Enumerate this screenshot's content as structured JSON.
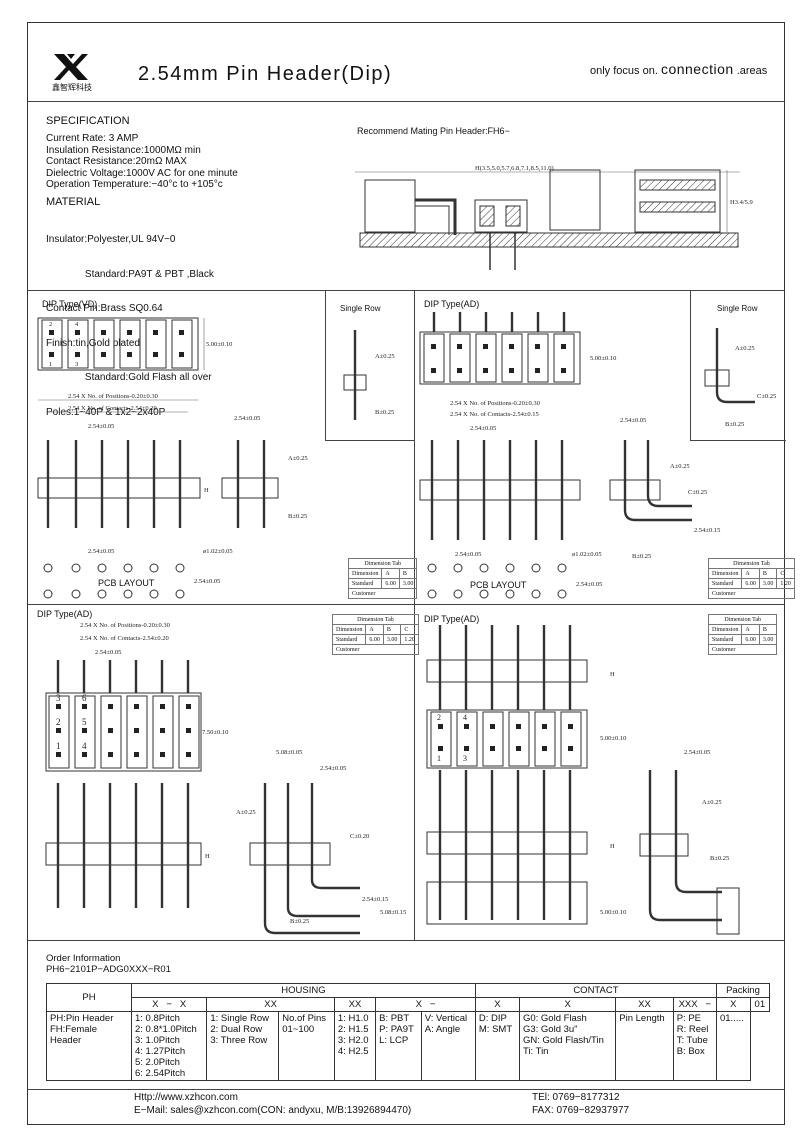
{
  "header": {
    "logo_text": "鑫智辉科技",
    "title": "2.54mm Pin Header(Dip)",
    "tagline_prefix": "only focus on.",
    "tagline_big": "connection",
    "tagline_suffix": ".areas"
  },
  "spec": {
    "heading": "SPECIFICATION",
    "lines": [
      "Current Rate: 3 AMP",
      "Insulation Resistance:1000MΩ  min",
      "Contact Resistance:20mΩ  MAX",
      "Dielectric Voltage:1000V AC for one minute",
      "Operation Temperature:−40°c to +105°c"
    ],
    "material_heading": "MATERIAL",
    "material_lines": [
      "Insulator:Polyester,UL 94V−0",
      "              Standard:PA9T & PBT ,Black",
      "Contact Pin:Brass SQ0.64",
      "Finish:tin,Gold plated",
      "              Standard:Gold Flash all over",
      "Poles:1~40P & 1x2~2x40P"
    ]
  },
  "mating": {
    "label": "Recommend Mating Pin Header:FH6−",
    "h_dim": "H(3.5,5.0,5.7,6.8,7.1,8.5,11.0)",
    "h3_dim": "H3.4/5.9"
  },
  "panels": {
    "vd_title": "DIP Type(VD)",
    "ad_title_1": "DIP Type(AD)",
    "ad_title_2": "DIP Type(AD)",
    "ad_title_3": "DIP Type(AD)",
    "single_row": "Single Row",
    "single_row_2": "Single Row",
    "pcb_layout": "PCB LAYOUT",
    "pcb_layout_2": "PCB LAYOUT",
    "dims": {
      "positions": "2.54 X No. of Positions-0.20±0.30",
      "contacts": "2.54 X No. of Contacts-2.54±0.20",
      "contacts_15": "2.54 X No. of Contacts-2.54±0.15",
      "pitch": "2.54±0.05",
      "body_h": "5.00±0.10",
      "body_h2": "7.50±0.10",
      "a": "A±0.25",
      "b": "B±0.25",
      "c": "C±0.25",
      "c20": "C±0.20",
      "hole": "ø1.02±0.05",
      "pitch15": "2.54±0.15",
      "pitch508": "5.08±0.05",
      "pitch508_15": "5.08±0.15",
      "h": "H"
    },
    "pin_numbers_vd": [
      "2",
      "4",
      "1",
      "3"
    ],
    "pin_numbers_ad3": [
      "3",
      "6",
      "2",
      "5",
      "1",
      "4"
    ],
    "pin_numbers_ad4": [
      "2",
      "4",
      "1",
      "3"
    ]
  },
  "dimension_tables": [
    {
      "title": "Dimension Tab",
      "headers": [
        "Dimension",
        "A",
        "B"
      ],
      "row": [
        "Standard",
        "6.00",
        "3.00"
      ],
      "customer": "Customer"
    },
    {
      "title": "Dimension Tab",
      "headers": [
        "Dimension",
        "A",
        "B",
        "C"
      ],
      "row": [
        "Standard",
        "6.00",
        "3.00",
        "1.20"
      ],
      "customer": "Customer"
    },
    {
      "title": "Dimension Tab",
      "headers": [
        "Dimension",
        "A",
        "B",
        "C"
      ],
      "row": [
        "Standard",
        "6.00",
        "3.00",
        "1.20"
      ],
      "customer": "Customer"
    },
    {
      "title": "Dimension Tab",
      "headers": [
        "Dimension",
        "A",
        "B"
      ],
      "row": [
        "Standard",
        "6.00",
        "3.00"
      ],
      "customer": "Customer"
    }
  ],
  "order": {
    "heading": "Order Information",
    "part_no": "PH6−2101P−ADG0XXX−R01",
    "ph": "PH",
    "housing": "HOUSING",
    "contact": "CONTACT",
    "packing": "Packing",
    "codes": [
      "X",
      "−",
      "X",
      "XX",
      "XX",
      "X",
      "−",
      "X",
      "X",
      "XX",
      "XXX",
      "−",
      "X",
      "01"
    ],
    "col1": [
      "PH:Pin Header",
      "FH:Female Header"
    ],
    "col2": [
      "1: 0.8Pitch",
      "2: 0.8*1.0Pitch",
      "3: 1.0Pitch",
      "4: 1.27Pitch",
      "5: 2.0Pitch",
      "6: 2.54Pitch"
    ],
    "col3": [
      "1: Single Row",
      "2: Dual Row",
      "3: Three Row"
    ],
    "col4": [
      "No.of Pins",
      "01~100"
    ],
    "col5": [
      "1: H1.0",
      "2: H1.5",
      "3: H2.0",
      "4: H2.5"
    ],
    "col6": [
      "B: PBT",
      "P: PA9T",
      "L: LCP"
    ],
    "col7": [
      "V: Vertical",
      "A: Angle"
    ],
    "col8": [
      "D: DIP",
      "M: SMT"
    ],
    "col9": [
      "G0: Gold Flash",
      "G3: Gold 3u\"",
      "GN: Gold Flash/Tin",
      "Ti: Tin"
    ],
    "col10": [
      "Pin Length"
    ],
    "col11": [
      "P: PE",
      "R: Reel",
      "T: Tube",
      "B: Box"
    ],
    "col12": [
      "01....."
    ]
  },
  "footer": {
    "web": "Http://www.xzhcon.com",
    "email": "E−Mail: sales@xzhcon.com(CON: andyxu, M/B:13926894470)",
    "tel": "TEl: 0769−8177312",
    "fax": "FAX: 0769−82937977"
  }
}
